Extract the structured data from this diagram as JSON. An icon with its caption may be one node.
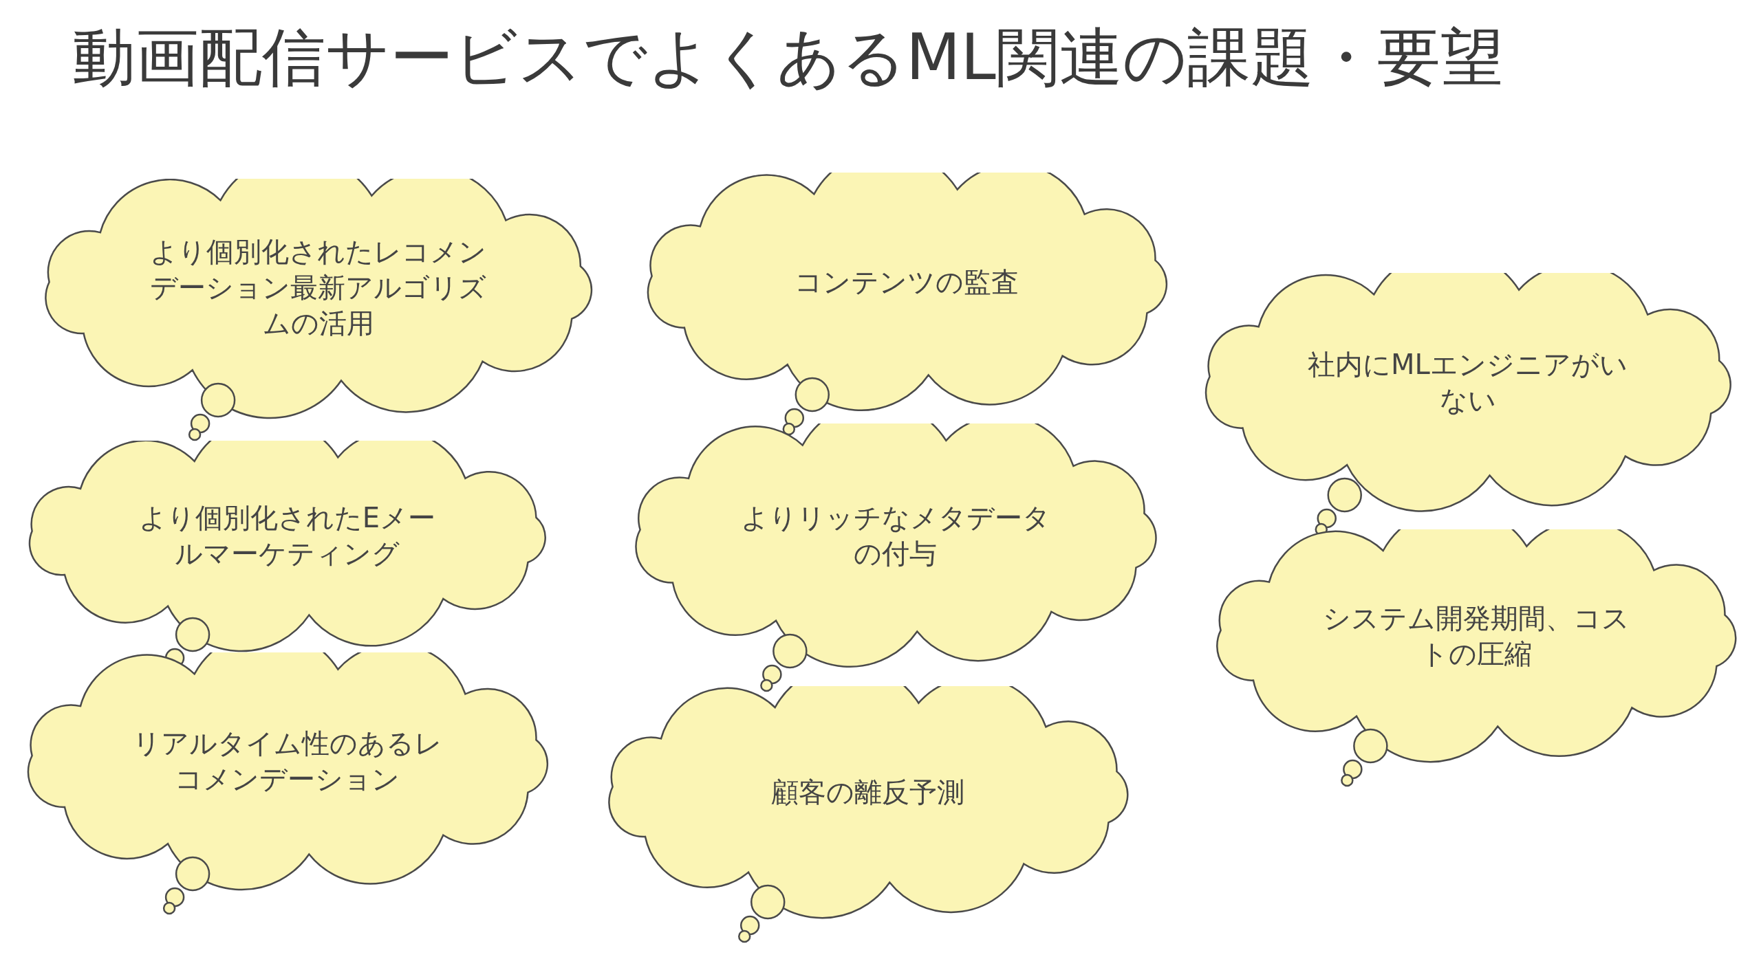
{
  "diagram": {
    "title": "動画配信サービスでよくあるML関連の課題・要望",
    "nodes": [
      {
        "text": [
          "より個別化されたレコメンデーション最新アルゴリズムの活用"
        ]
      },
      {
        "text": [
          "コンテンツの監査"
        ]
      },
      {
        "text": [
          "社内にMLエンジニアがいない"
        ]
      },
      {
        "text": [
          "より個別化されたEメールマーケティング"
        ]
      },
      {
        "text": [
          "よりリッチなメタデータの付与"
        ]
      },
      {
        "text": [
          "システム開発期間、コストの圧縮"
        ]
      },
      {
        "text": [
          "リアルタイム性のあるレコメンデーション"
        ]
      },
      {
        "text": [
          "顧客の離反予測"
        ]
      }
    ]
  }
}
